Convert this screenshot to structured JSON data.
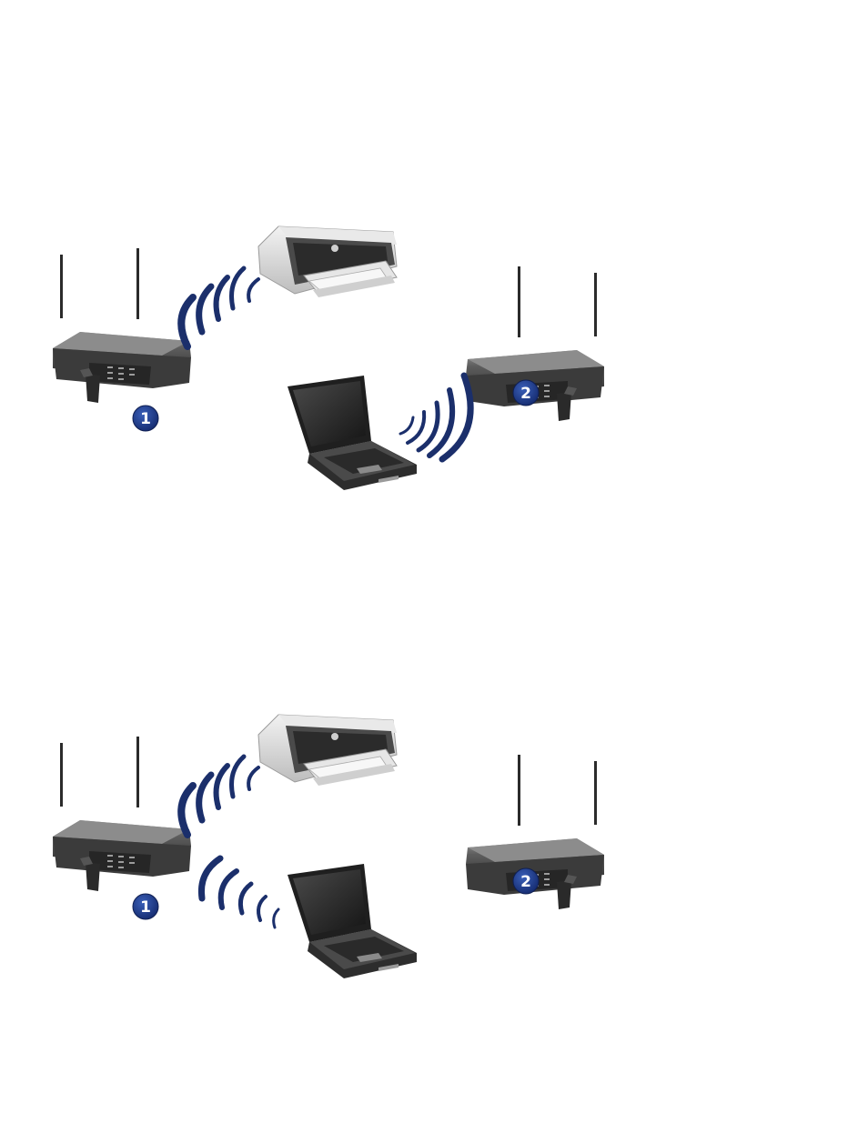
{
  "diagrams": [
    {
      "id": "top",
      "label_1": "1",
      "label_2": "2",
      "colors": {
        "wave": "#1b2f6b",
        "badge": "#1b3a8a",
        "device_dark": "#3a3a3a",
        "device_mid": "#6b6b6b",
        "device_light": "#d9d9d9"
      }
    },
    {
      "id": "bottom",
      "label_1": "1",
      "label_2": "2",
      "colors": {
        "wave": "#1b2f6b",
        "badge": "#1b3a8a",
        "device_dark": "#3a3a3a",
        "device_mid": "#6b6b6b",
        "device_light": "#d9d9d9"
      }
    }
  ]
}
